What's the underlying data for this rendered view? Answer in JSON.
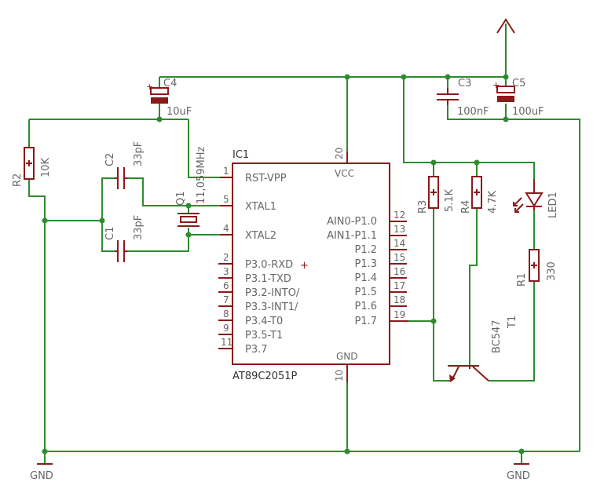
{
  "ic": {
    "name": "IC1",
    "part": "AT89C2051P",
    "vcc_label": "VCC",
    "gnd_label": "GND",
    "vcc_pin": "20",
    "gnd_pin": "10",
    "left_pins": [
      {
        "num": "1",
        "label": "RST-VPP"
      },
      {
        "num": "5",
        "label": "XTAL1"
      },
      {
        "num": "4",
        "label": "XTAL2"
      },
      {
        "num": "2",
        "label": "P3.0-RXD"
      },
      {
        "num": "3",
        "label": "P3.1-TXD"
      },
      {
        "num": "6",
        "label": "P3.2-INTO/"
      },
      {
        "num": "7",
        "label": "P3.3-INT1/"
      },
      {
        "num": "8",
        "label": "P3.4-T0"
      },
      {
        "num": "9",
        "label": "P3.5-T1"
      },
      {
        "num": "11",
        "label": "P3.7"
      }
    ],
    "right_pins": [
      {
        "num": "12",
        "label": "AIN0-P1.0"
      },
      {
        "num": "13",
        "label": "AIN1-P1.1"
      },
      {
        "num": "14",
        "label": "P1.2"
      },
      {
        "num": "15",
        "label": "P1.3"
      },
      {
        "num": "16",
        "label": "P1.4"
      },
      {
        "num": "17",
        "label": "P1.5"
      },
      {
        "num": "18",
        "label": "P1.6"
      },
      {
        "num": "19",
        "label": "P1.7"
      }
    ]
  },
  "components": {
    "c4": {
      "name": "C4",
      "value": "10uF"
    },
    "c3": {
      "name": "C3",
      "value": "100nF"
    },
    "c5": {
      "name": "C5",
      "value": "100uF"
    },
    "c2": {
      "name": "C2",
      "value": "33pF"
    },
    "c1": {
      "name": "C1",
      "value": "33pF"
    },
    "q1": {
      "name": "Q1",
      "value": "11,059MHz"
    },
    "r2": {
      "name": "R2",
      "value": "10K"
    },
    "r3": {
      "name": "R3",
      "value": "5.1K"
    },
    "r4": {
      "name": "R4",
      "value": "4.7K"
    },
    "r1": {
      "name": "R1",
      "value": "330"
    },
    "led1": {
      "name": "LED1"
    },
    "t1": {
      "name": "T1",
      "value": "BC547"
    }
  },
  "ground": {
    "left_label": "GND",
    "right_label": "GND"
  }
}
